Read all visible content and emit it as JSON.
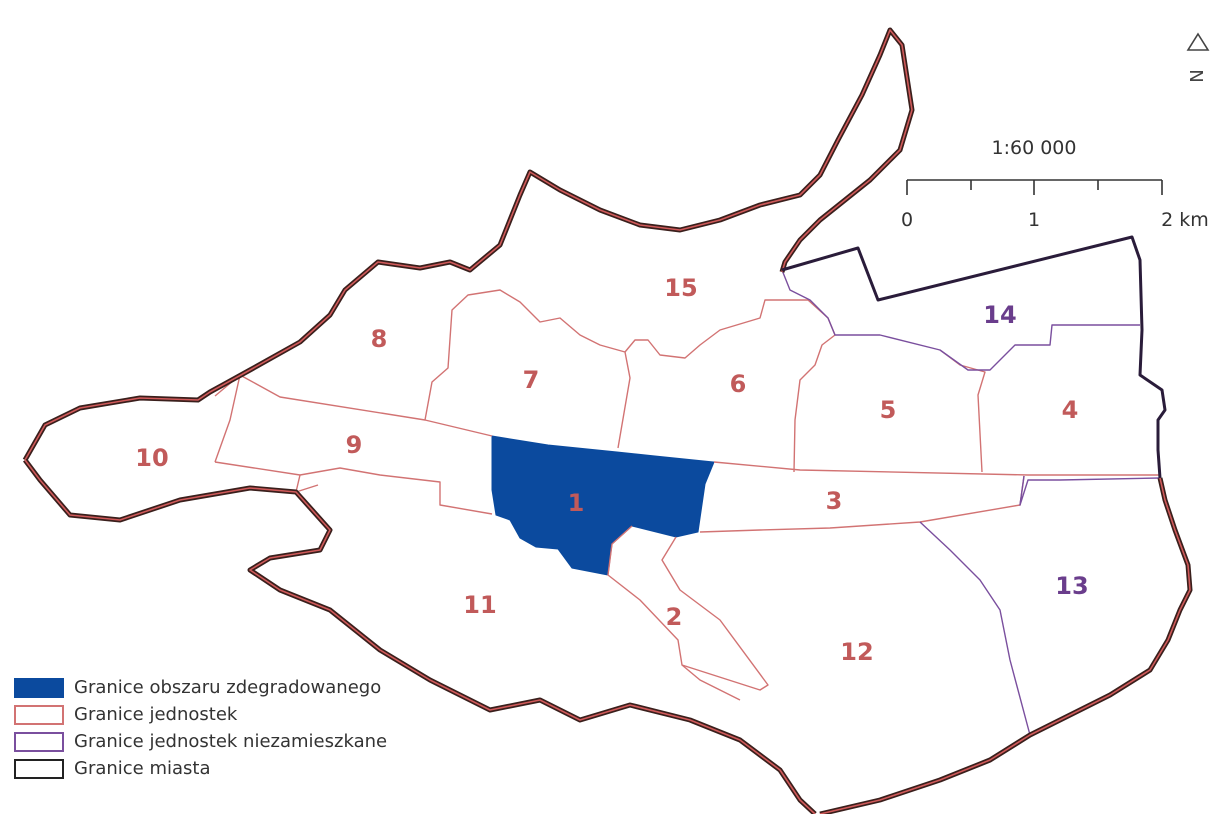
{
  "scale": {
    "ratio": "1:60 000",
    "ticks": [
      "0",
      "1",
      "2 km"
    ]
  },
  "north_arrow": {
    "label": "N"
  },
  "units": [
    {
      "id": "1",
      "color": "#c15a5a"
    },
    {
      "id": "2",
      "color": "#c15a5a"
    },
    {
      "id": "3",
      "color": "#c15a5a"
    },
    {
      "id": "4",
      "color": "#c15a5a"
    },
    {
      "id": "5",
      "color": "#c15a5a"
    },
    {
      "id": "6",
      "color": "#c15a5a"
    },
    {
      "id": "7",
      "color": "#c15a5a"
    },
    {
      "id": "8",
      "color": "#c15a5a"
    },
    {
      "id": "9",
      "color": "#c15a5a"
    },
    {
      "id": "10",
      "color": "#c15a5a"
    },
    {
      "id": "11",
      "color": "#c15a5a"
    },
    {
      "id": "12",
      "color": "#c15a5a"
    },
    {
      "id": "13",
      "color": "#6a3d8c"
    },
    {
      "id": "14",
      "color": "#6a3d8c"
    },
    {
      "id": "15",
      "color": "#c15a5a"
    }
  ],
  "legend": [
    {
      "label": "Granice obszaru zdegradowanego",
      "fill": "#0b4a9e",
      "stroke": "#0b4a9e"
    },
    {
      "label": "Granice jednostek",
      "fill": "#ffffff",
      "stroke": "#d27373"
    },
    {
      "label": "Granice jednostek niezamieszkane",
      "fill": "#ffffff",
      "stroke": "#7a4f9e"
    },
    {
      "label": "Granice miasta",
      "fill": "#ffffff",
      "stroke": "#222222"
    }
  ]
}
